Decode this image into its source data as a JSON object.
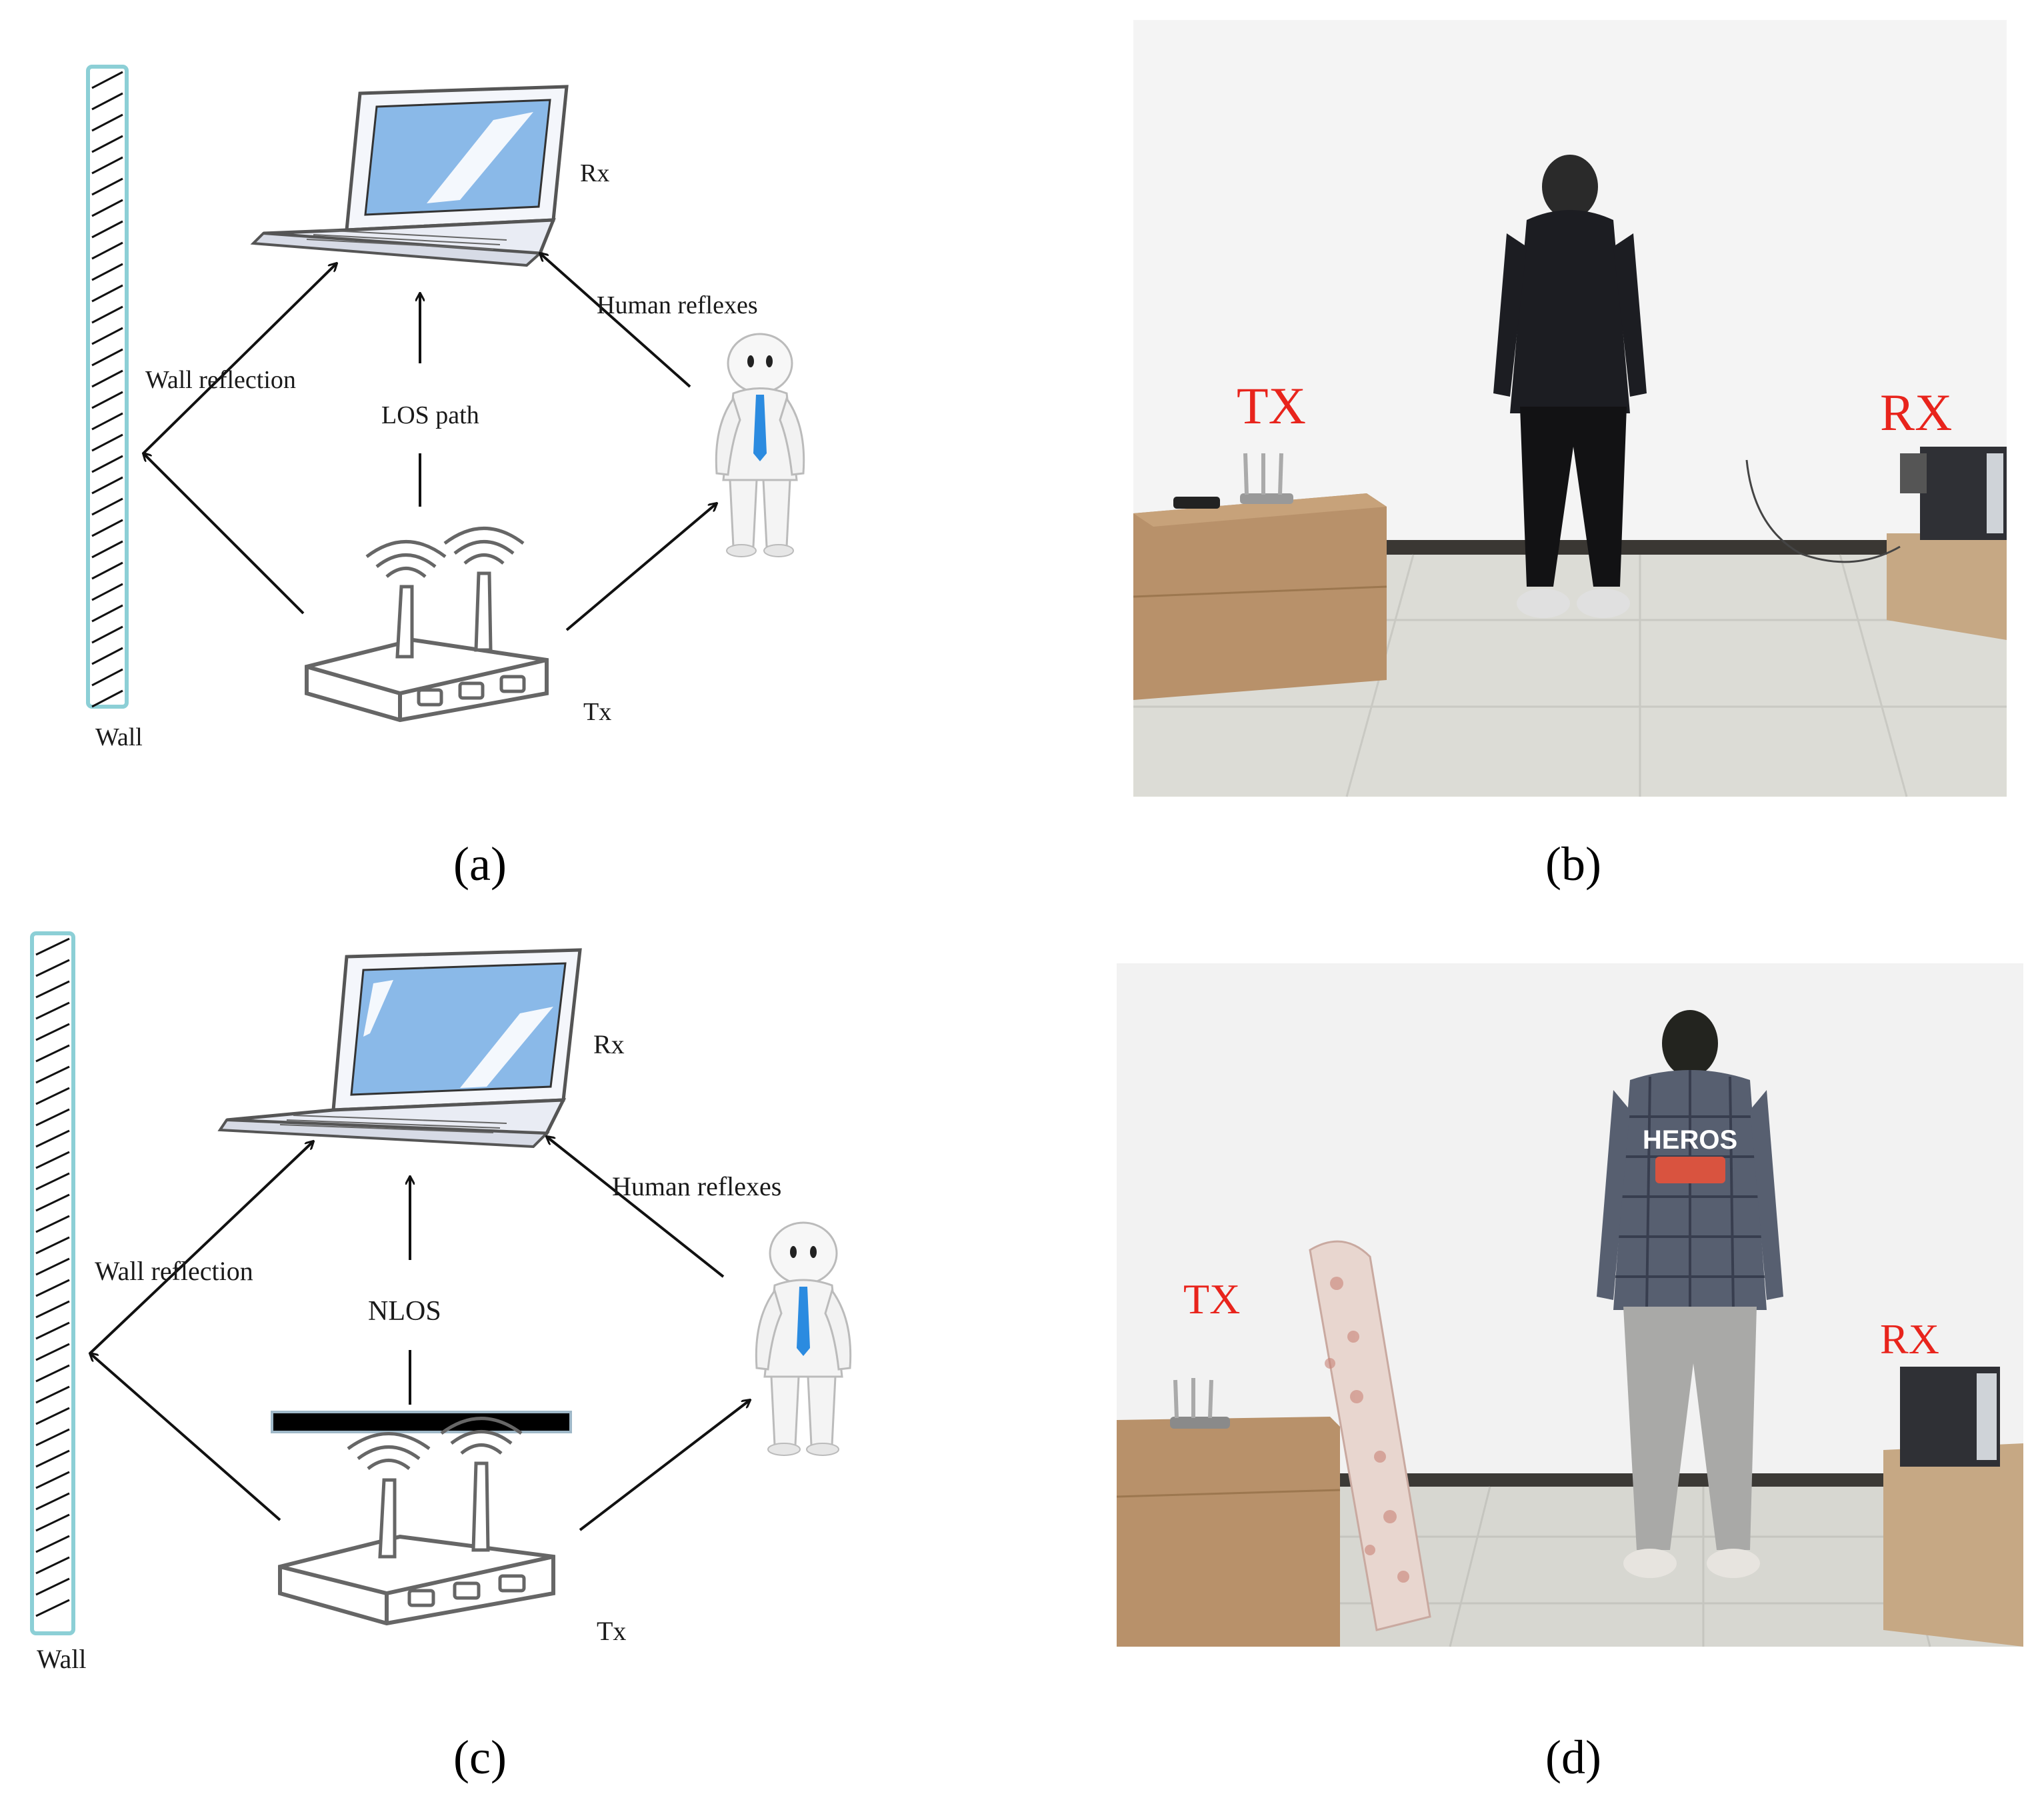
{
  "panel_a": {
    "labels": {
      "rx": "Rx",
      "tx": "Tx",
      "wall": "Wall",
      "wall_reflection": "Wall reflection",
      "los_path": "LOS path",
      "human_reflexes": "Human reflexes"
    },
    "caption": "(a)"
  },
  "panel_b": {
    "labels": {
      "tx": "TX",
      "rx": "RX"
    },
    "caption": "(b)"
  },
  "panel_c": {
    "labels": {
      "rx": "Rx",
      "tx": "Tx",
      "wall": "Wall",
      "wall_reflection": "Wall reflection",
      "nlos": "NLOS",
      "human_reflexes": "Human reflexes"
    },
    "caption": "(c)"
  },
  "panel_d": {
    "labels": {
      "tx": "TX",
      "rx": "RX",
      "shirt_text": "HEROS"
    },
    "caption": "(d)"
  },
  "colors": {
    "wall_outline": "#8ccfd6",
    "screen_blue": "#8ab9e8",
    "tie_blue": "#2b8be0",
    "photo_label_red": "#e8241c",
    "box_brown": "#b8916a"
  }
}
